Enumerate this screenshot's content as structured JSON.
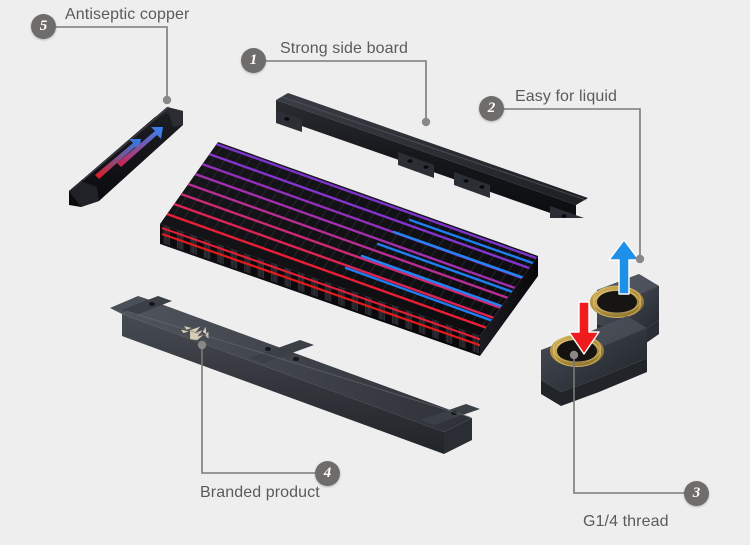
{
  "diagram": {
    "title": "Water cooling radiator exploded view",
    "background_color": "#eeeeee",
    "line_color": "#7b7a78",
    "badge_color": "#6f6d6b",
    "text_color": "#5b5b5b"
  },
  "callouts": [
    {
      "number": "1",
      "label": "Strong side board",
      "target": "top-side-board"
    },
    {
      "number": "2",
      "label": "Easy for liquid",
      "target": "right-end-tank"
    },
    {
      "number": "3",
      "label": "G1/4 thread",
      "target": "lower-port"
    },
    {
      "number": "4",
      "label": "Branded product",
      "target": "branded-side-board"
    },
    {
      "number": "5",
      "label": "Antiseptic copper",
      "target": "copper-tube"
    }
  ],
  "parts": {
    "radiator_core": {
      "name": "radiator fin core",
      "body_color": "#111114",
      "fin_colors": [
        "#8a3bd0",
        "#7a39c8",
        "#a5319a",
        "#cc2a6e",
        "#e62147",
        "#f01b1b",
        "#1e7ff0",
        "#2a8cf5"
      ]
    },
    "side_board_top": {
      "name": "strong side board",
      "color": "#1b1c20"
    },
    "side_board_branded": {
      "name": "branded side board",
      "color": "#34373d",
      "logo": "tribal-flame-emblem",
      "logo_color": "#d8cdb4"
    },
    "fittings": {
      "name": "G1/4 threaded ports",
      "housing_color": "#41454c",
      "thread_color": "#b99a48",
      "inlet_arrow_color": "#ee1c1c",
      "outlet_arrow_color": "#1e90e8",
      "inlet_direction": "down",
      "outlet_direction": "up"
    },
    "copper_tube": {
      "name": "antiseptic copper tube",
      "color": "#1a1b1f",
      "flow_arrow_start_color": "#e01c1c",
      "flow_arrow_end_color": "#2a7ef0"
    }
  }
}
